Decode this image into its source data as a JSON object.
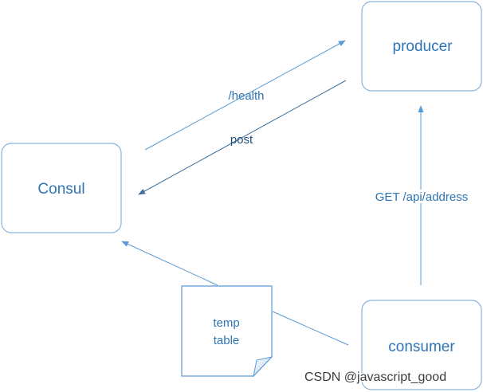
{
  "nodes": {
    "consul": {
      "label": "Consul"
    },
    "producer": {
      "label": "producer"
    },
    "consumer": {
      "label": "consumer"
    }
  },
  "edges": {
    "health": {
      "label": "/health"
    },
    "post": {
      "label": "post"
    },
    "get_address": {
      "label": "GET /api/address"
    }
  },
  "note": {
    "line1": "temp",
    "line2": "table"
  },
  "watermark": "CSDN @javascript_good",
  "colors": {
    "box_stroke": "#8ab4da",
    "label_blue": "#2e75b6",
    "arrow_blue": "#5b9bd5",
    "arrow_dark": "#41719c"
  }
}
